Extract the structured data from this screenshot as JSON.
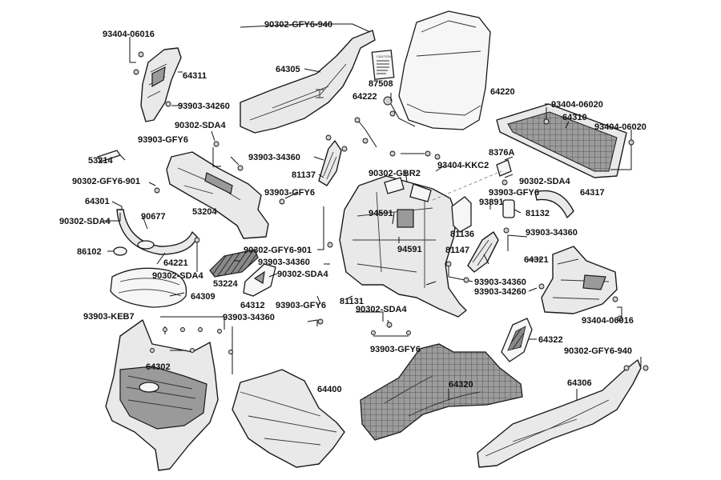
{
  "labels": {
    "l93404_06016_a": "93404-06016",
    "l64311": "64311",
    "l93903_34260_a": "93903-34260",
    "l90302_sda4_a": "90302-SDA4",
    "l93903_gfy6_a": "93903-GFY6",
    "l53214": "53214",
    "l90302_gfy6_901_a": "90302-GFY6-901",
    "l64301": "64301",
    "l90302_sda4_b": "90302-SDA4",
    "l90677": "90677",
    "l86102": "86102",
    "l64221": "64221",
    "l90302_sda4_c": "90302-SDA4",
    "l64309": "64309",
    "l93903_keb7": "93903-KEB7",
    "l64302": "64302",
    "l90302_gfy6_940_a": "90302-GFY6-940",
    "l64305": "64305",
    "l87508": "87508",
    "l64222": "64222",
    "l93903_34360_a": "93903-34360",
    "l81137": "81137",
    "l93903_gfy6_b": "93903-GFY6",
    "l53204": "53204",
    "l90302_gfy6_901_b": "90302-GFY6-901",
    "l93903_34360_b": "93903-34360",
    "l53224": "53224",
    "l90302_sda4_d": "90302-SDA4",
    "l64312": "64312",
    "l93903_gfy6_c": "93903-GFY6",
    "l93903_34360_c": "93903-34360",
    "l64400": "64400",
    "l64220": "64220",
    "l93404_06020_a": "93404-06020",
    "l64310": "64310",
    "l93404_06020_b": "93404-06020",
    "l8376a": "8376A",
    "l93404_kkc2": "93404-KKC2",
    "l90302_gbr2": "90302-GBR2",
    "l90302_sda4_e": "90302-SDA4",
    "l93903_gfy6_d": "93903-GFY6",
    "l64317": "64317",
    "l93891": "93891",
    "l81132": "81132",
    "l94591_a": "94591",
    "l81136": "81136",
    "l93903_34360_d": "93903-34360",
    "l94591_b": "94591",
    "l81147": "81147",
    "l64321": "64321",
    "l81131": "81131",
    "l93903_34360_e": "93903-34360",
    "l93903_34260_b": "93903-34260",
    "l90302_sda4_f": "90302-SDA4",
    "l93903_gfy6_e": "93903-GFY6",
    "l93404_06016_b": "93404-06016",
    "l64322": "64322",
    "l90302_gfy6_940_b": "90302-GFY6-940",
    "l64320": "64320",
    "l64306": "64306"
  },
  "sticker_text": "CAUTION"
}
